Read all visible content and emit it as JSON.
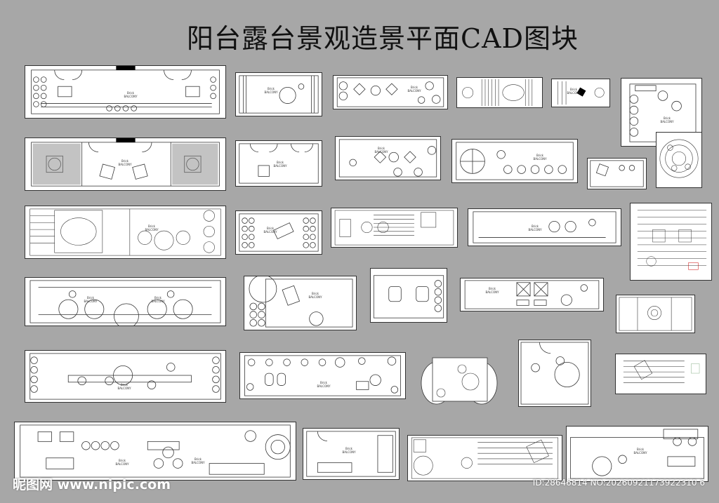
{
  "title": "阳台露台景观造景平面CAD图块",
  "plan_label": "Brick BALCONY",
  "watermark": {
    "left": "昵图网 www.nipic.com",
    "right": "ID:28646814 NO:20260921173922310 6"
  }
}
